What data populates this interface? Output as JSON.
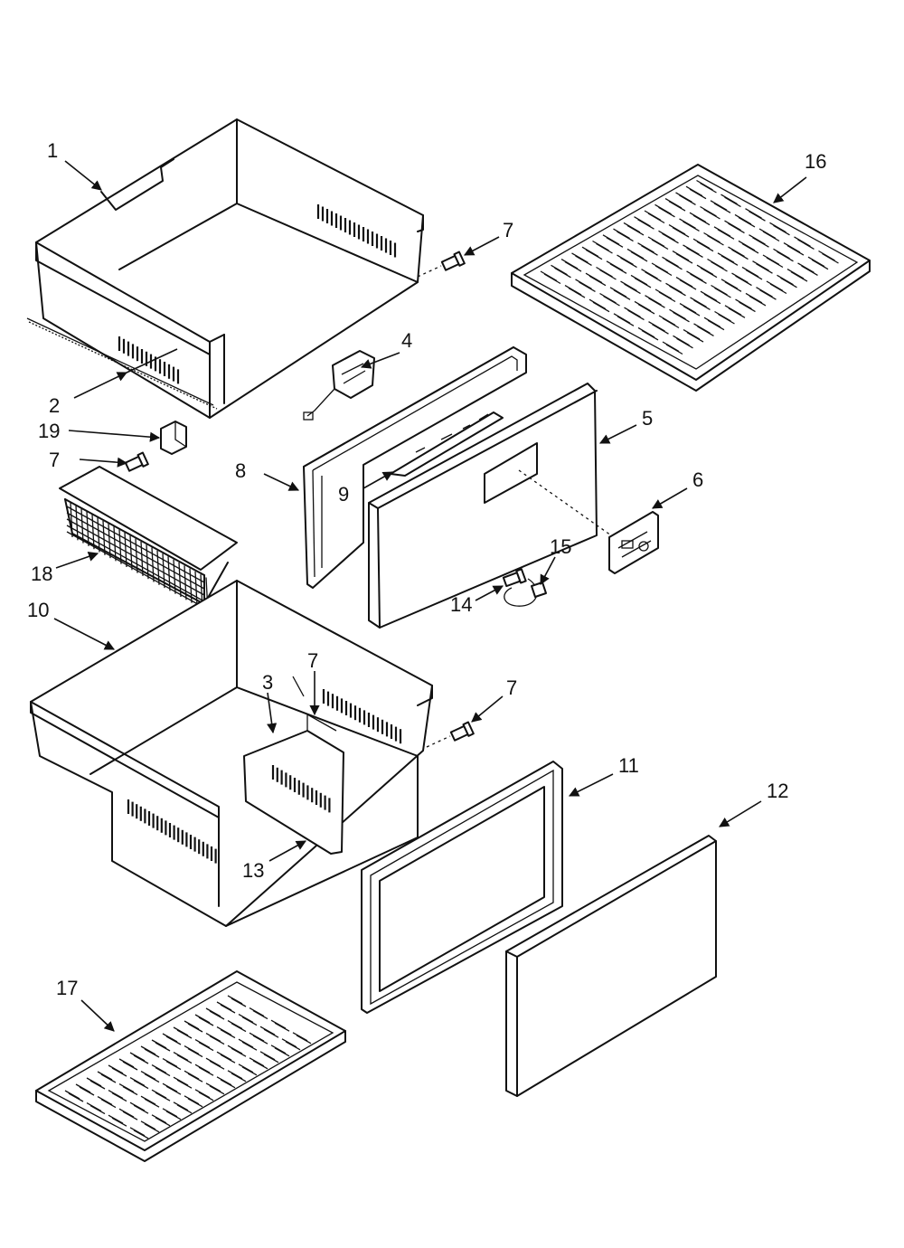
{
  "callouts": [
    "1",
    "2",
    "3",
    "4",
    "5",
    "6",
    "7",
    "8",
    "9",
    "10",
    "11",
    "12",
    "13",
    "14",
    "15",
    "16",
    "17",
    "18",
    "19"
  ],
  "colors": {
    "ink": "#111111",
    "paper": "#ffffff"
  }
}
